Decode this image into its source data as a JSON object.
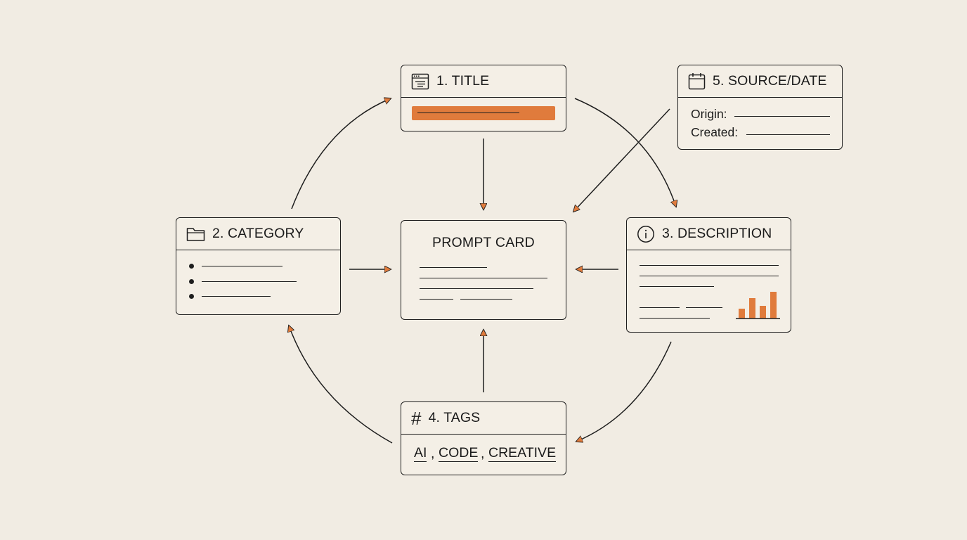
{
  "diagram": {
    "accent": "#e07b3c",
    "stroke": "#1e1e1e",
    "background": "#f1ece3",
    "center": {
      "title": "PROMPT CARD"
    },
    "nodes": {
      "title": {
        "label": "1. TITLE",
        "icon": "window-text-icon"
      },
      "category": {
        "label": "2. CATEGORY",
        "icon": "folder-icon"
      },
      "description": {
        "label": "3. DESCRIPTION",
        "icon": "info-circle-icon"
      },
      "tags": {
        "label": "4. TAGS",
        "icon": "hash-icon",
        "hash_symbol": "#",
        "items": [
          "AI",
          "CODE",
          "CREATIVE"
        ],
        "separator": ","
      },
      "source": {
        "label": "5. SOURCE/DATE",
        "icon": "calendar-icon",
        "fields": {
          "origin": "Origin:",
          "created": "Created:"
        }
      }
    }
  }
}
